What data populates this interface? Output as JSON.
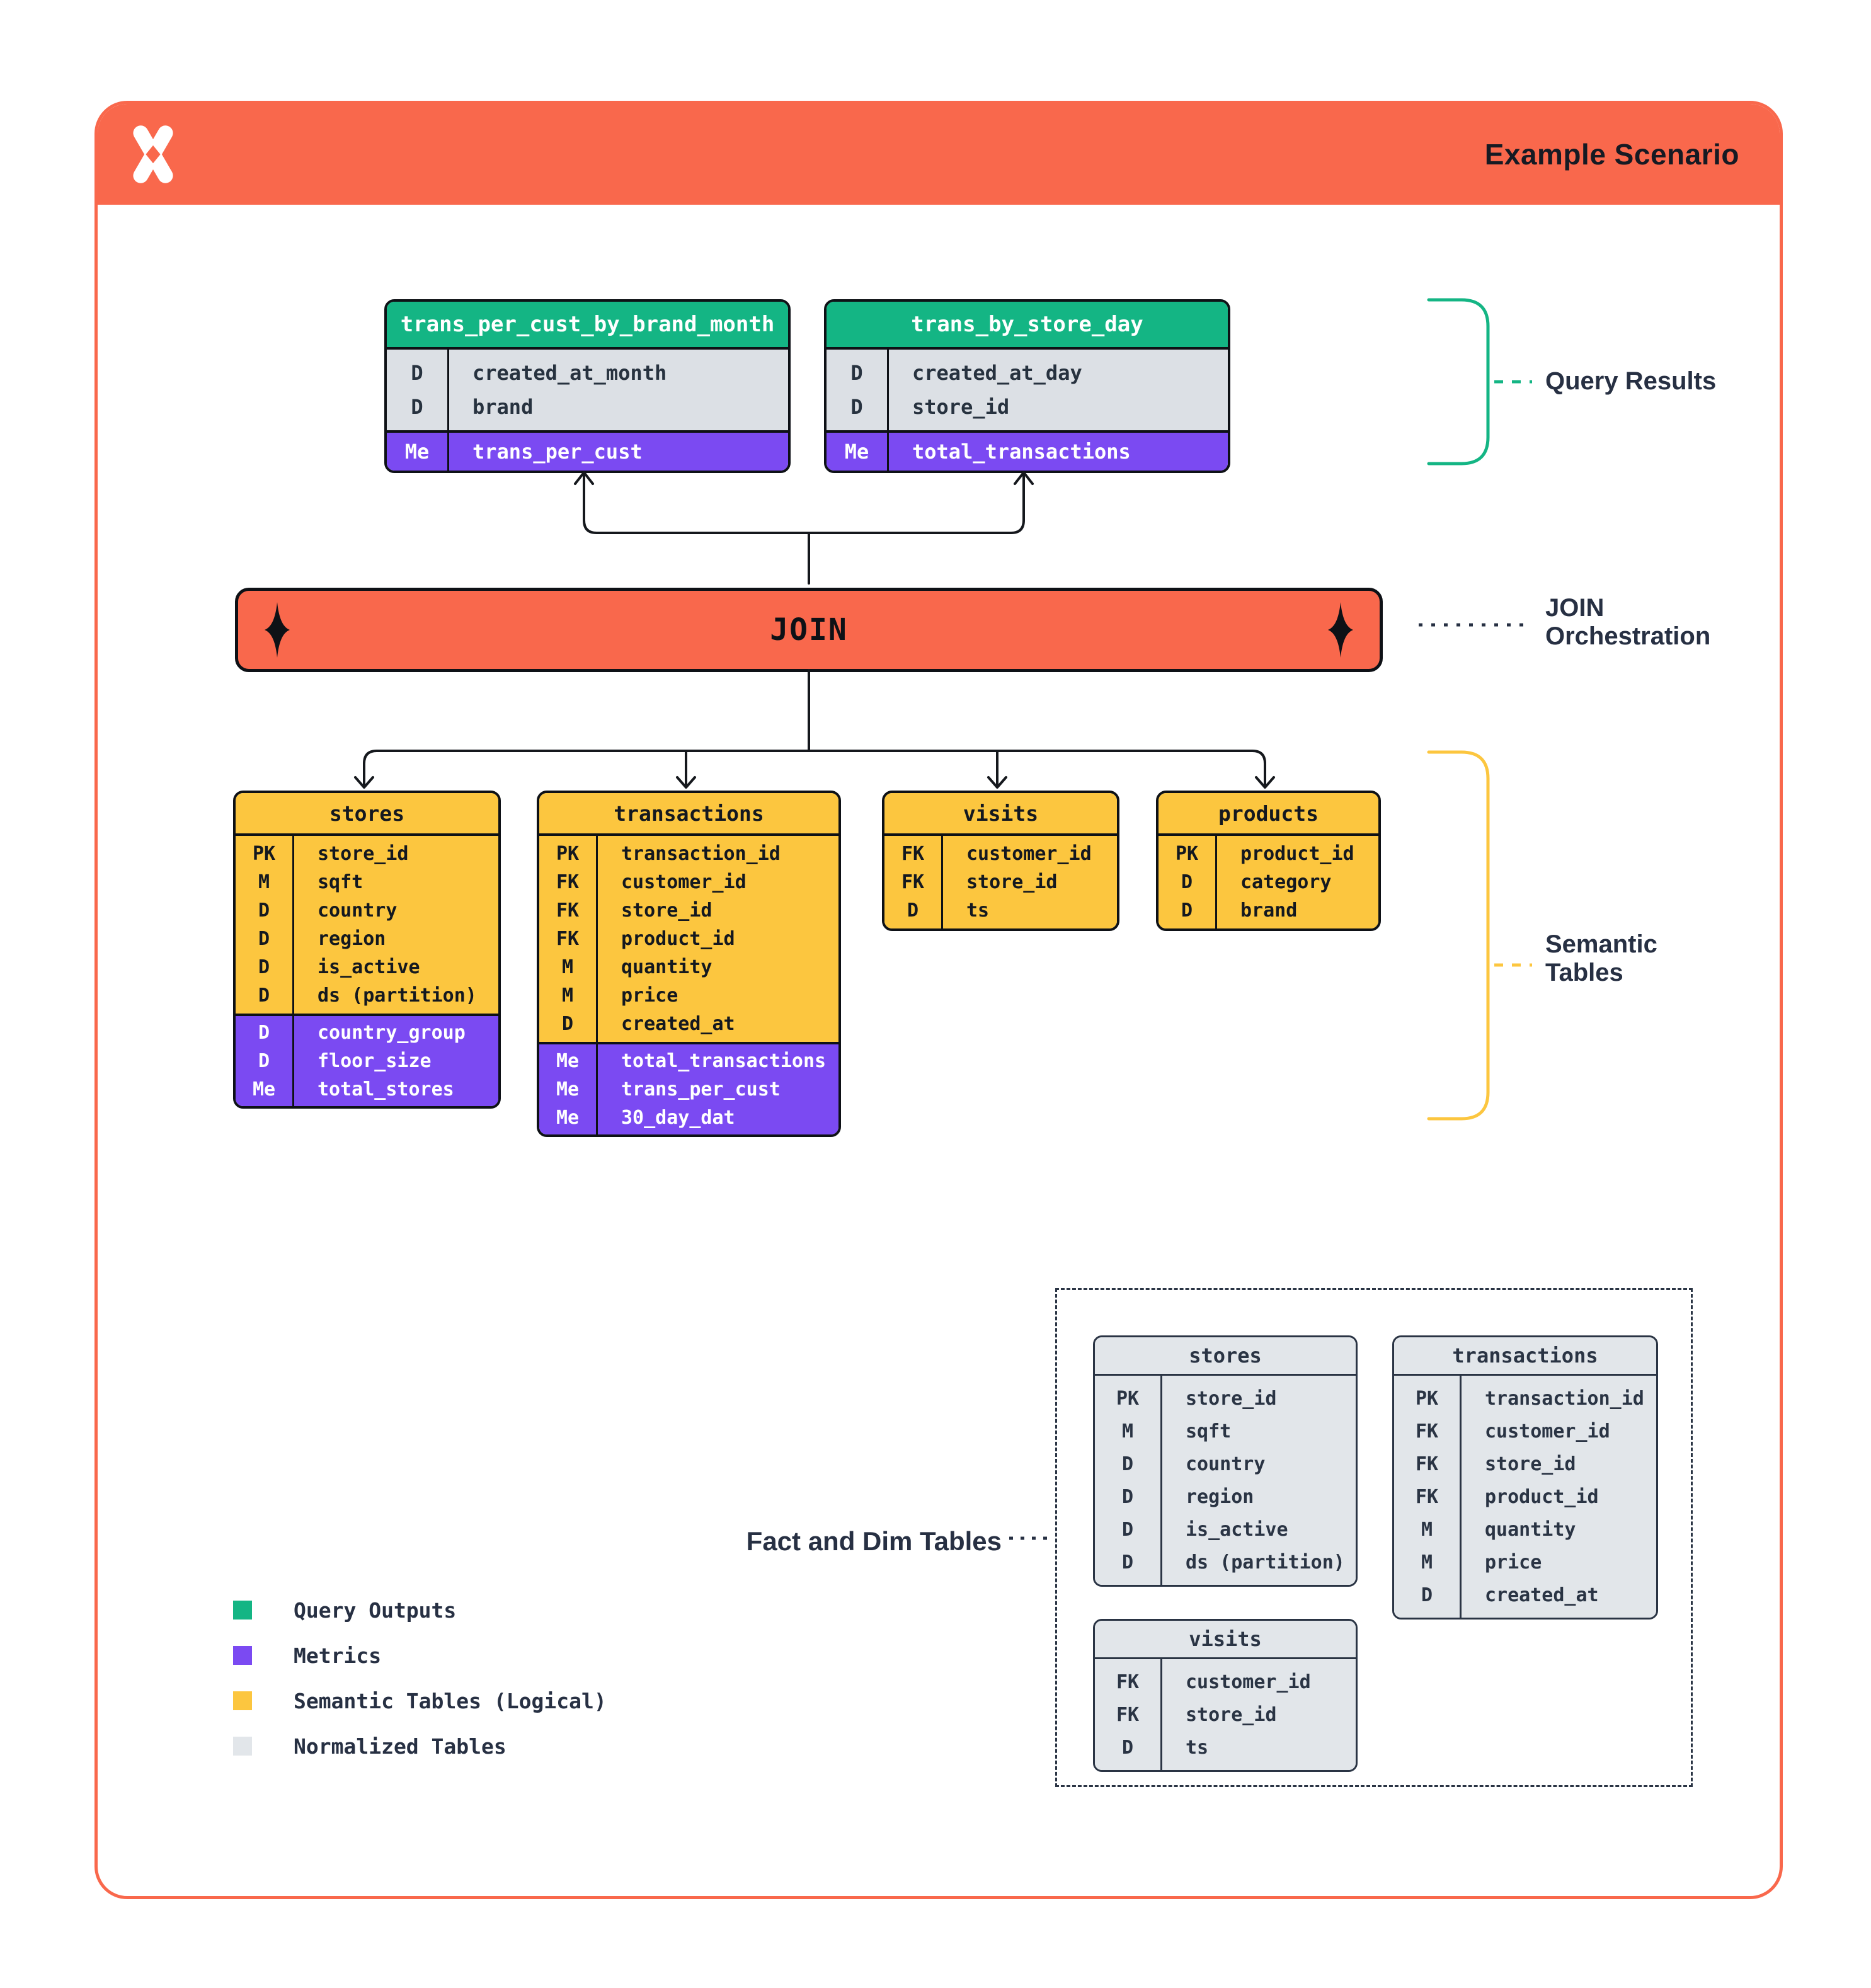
{
  "header": {
    "title": "Example Scenario",
    "logo_icon": "x-cross-logo"
  },
  "colors": {
    "orange": "#F9684C",
    "teal": "#14B584",
    "purple": "#7B4AF2",
    "yellow": "#FCC63F",
    "normalized_gray": "#E2E6EA",
    "navy": "#273043"
  },
  "query_results": {
    "section_label": "Query Results",
    "tables": [
      {
        "title": "trans_per_cust_by_brand_month",
        "rows": [
          {
            "k": "D",
            "v": "created_at_month",
            "metric": false
          },
          {
            "k": "D",
            "v": "brand",
            "metric": false
          },
          {
            "k": "Me",
            "v": "trans_per_cust",
            "metric": true
          }
        ]
      },
      {
        "title": "trans_by_store_day",
        "rows": [
          {
            "k": "D",
            "v": "created_at_day",
            "metric": false
          },
          {
            "k": "D",
            "v": "store_id",
            "metric": false
          },
          {
            "k": "Me",
            "v": "total_transactions",
            "metric": true
          }
        ]
      }
    ]
  },
  "join": {
    "label": "JOIN",
    "annotation": "JOIN Orchestration"
  },
  "semantic": {
    "section_label": "Semantic Tables",
    "tables": [
      {
        "title": "stores",
        "rows": [
          {
            "k": "PK",
            "v": "store_id",
            "metric": false
          },
          {
            "k": "M",
            "v": "sqft",
            "metric": false
          },
          {
            "k": "D",
            "v": "country",
            "metric": false
          },
          {
            "k": "D",
            "v": "region",
            "metric": false
          },
          {
            "k": "D",
            "v": "is_active",
            "metric": false
          },
          {
            "k": "D",
            "v": "ds (partition)",
            "metric": false
          },
          {
            "k": "D",
            "v": "country_group",
            "metric": true
          },
          {
            "k": "D",
            "v": "floor_size",
            "metric": true
          },
          {
            "k": "Me",
            "v": "total_stores",
            "metric": true
          }
        ]
      },
      {
        "title": "transactions",
        "rows": [
          {
            "k": "PK",
            "v": "transaction_id",
            "metric": false
          },
          {
            "k": "FK",
            "v": "customer_id",
            "metric": false
          },
          {
            "k": "FK",
            "v": "store_id",
            "metric": false
          },
          {
            "k": "FK",
            "v": "product_id",
            "metric": false
          },
          {
            "k": "M",
            "v": "quantity",
            "metric": false
          },
          {
            "k": "M",
            "v": "price",
            "metric": false
          },
          {
            "k": "D",
            "v": "created_at",
            "metric": false
          },
          {
            "k": "Me",
            "v": "total_transactions",
            "metric": true
          },
          {
            "k": "Me",
            "v": "trans_per_cust",
            "metric": true
          },
          {
            "k": "Me",
            "v": "30_day_dat",
            "metric": true
          }
        ]
      },
      {
        "title": "visits",
        "rows": [
          {
            "k": "FK",
            "v": "customer_id",
            "metric": false
          },
          {
            "k": "FK",
            "v": "store_id",
            "metric": false
          },
          {
            "k": "D",
            "v": "ts",
            "metric": false
          }
        ]
      },
      {
        "title": "products",
        "rows": [
          {
            "k": "PK",
            "v": "product_id",
            "metric": false
          },
          {
            "k": "D",
            "v": "category",
            "metric": false
          },
          {
            "k": "D",
            "v": "brand",
            "metric": false
          }
        ]
      }
    ]
  },
  "normalized": {
    "section_label": "Fact and Dim Tables",
    "tables": [
      {
        "title": "stores",
        "rows": [
          {
            "k": "PK",
            "v": "store_id",
            "metric": false
          },
          {
            "k": "M",
            "v": "sqft",
            "metric": false
          },
          {
            "k": "D",
            "v": "country",
            "metric": false
          },
          {
            "k": "D",
            "v": "region",
            "metric": false
          },
          {
            "k": "D",
            "v": "is_active",
            "metric": false
          },
          {
            "k": "D",
            "v": "ds (partition)",
            "metric": false
          }
        ]
      },
      {
        "title": "transactions",
        "rows": [
          {
            "k": "PK",
            "v": "transaction_id",
            "metric": false
          },
          {
            "k": "FK",
            "v": "customer_id",
            "metric": false
          },
          {
            "k": "FK",
            "v": "store_id",
            "metric": false
          },
          {
            "k": "FK",
            "v": "product_id",
            "metric": false
          },
          {
            "k": "M",
            "v": "quantity",
            "metric": false
          },
          {
            "k": "M",
            "v": "price",
            "metric": false
          },
          {
            "k": "D",
            "v": "created_at",
            "metric": false
          }
        ]
      },
      {
        "title": "visits",
        "rows": [
          {
            "k": "FK",
            "v": "customer_id",
            "metric": false
          },
          {
            "k": "FK",
            "v": "store_id",
            "metric": false
          },
          {
            "k": "D",
            "v": "ts",
            "metric": false
          }
        ]
      }
    ]
  },
  "legend": {
    "items": [
      {
        "label": "Query Outputs",
        "color": "#14B584"
      },
      {
        "label": "Metrics",
        "color": "#7B4AF2"
      },
      {
        "label": "Semantic Tables (Logical)",
        "color": "#FCC63F"
      },
      {
        "label": "Normalized Tables",
        "color": "#E2E6EA"
      }
    ]
  }
}
